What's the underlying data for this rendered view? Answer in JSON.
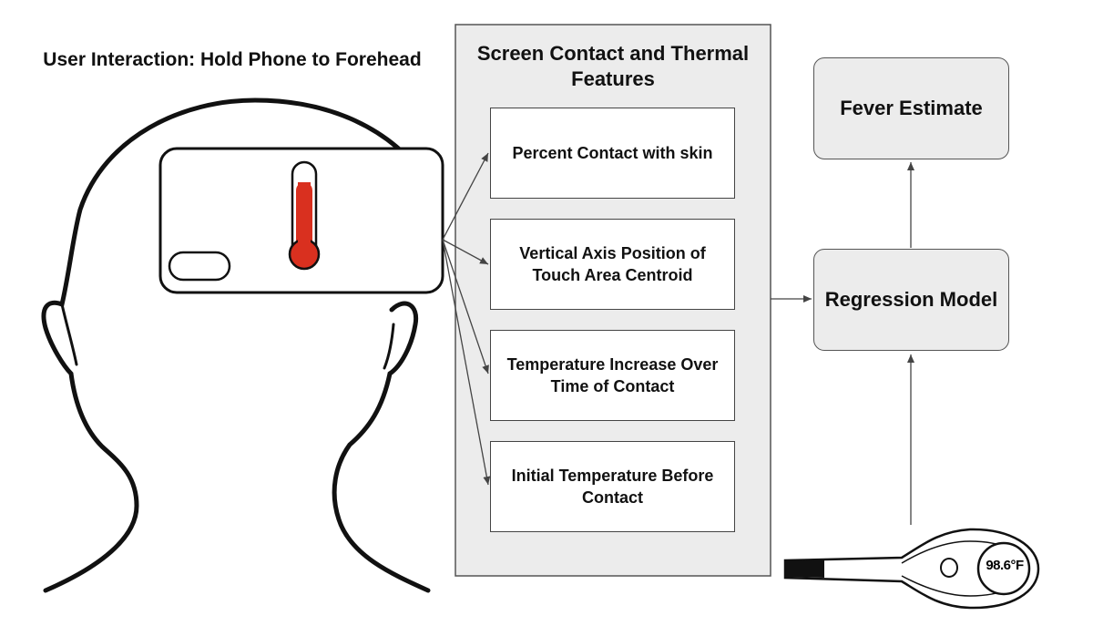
{
  "left_title": "User Interaction: Hold Phone to Forehead",
  "features_panel": {
    "title": "Screen Contact and Thermal Features",
    "items": [
      "Percent Contact with skin",
      "Vertical Axis Position of Touch Area Centroid",
      "Temperature Increase Over Time of Contact",
      "Initial Temperature Before Contact"
    ]
  },
  "regression_model": "Regression Model",
  "fever_estimate": "Fever Estimate",
  "thermometer_reading": "98.6°F",
  "colors": {
    "panel_bg": "#ececec",
    "mercury": "#d9301f",
    "outline": "#111111"
  },
  "icons": [
    "head-outline-icon",
    "phone-icon",
    "thermometer-icon",
    "digital-thermometer-icon"
  ]
}
